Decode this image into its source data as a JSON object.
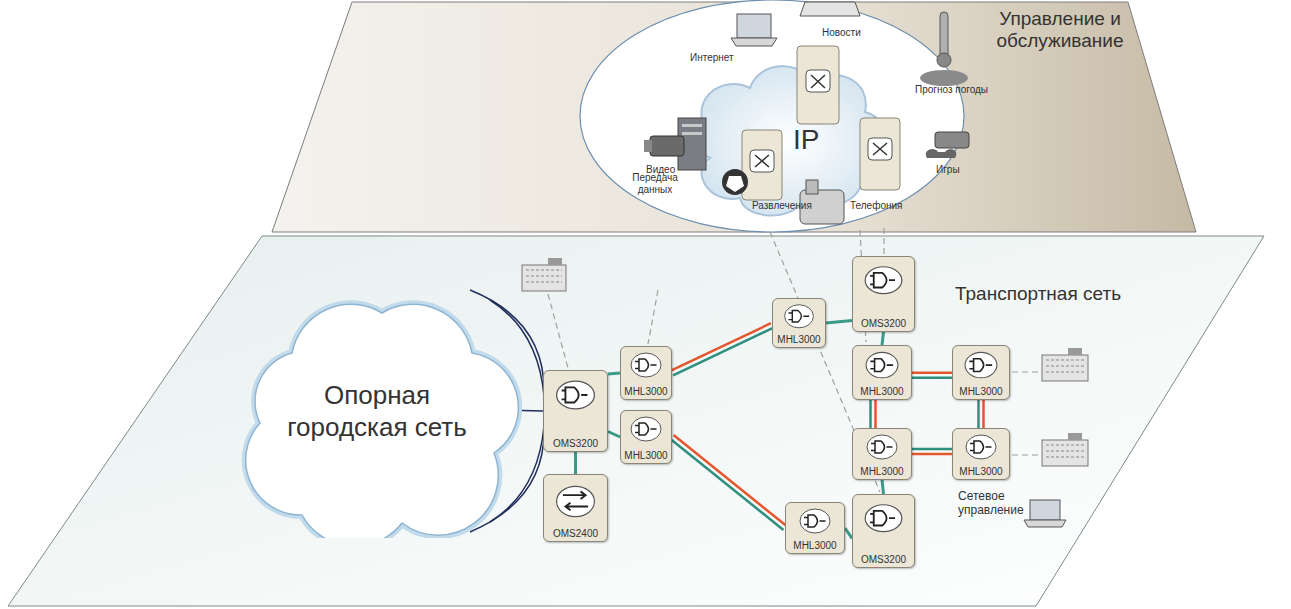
{
  "diagram": {
    "nodes": [
      {
        "text": [
          "Опорная городская сеть"
        ]
      },
      {
        "text": [
          "OMS3200"
        ]
      },
      {
        "text": [
          "OMS2400"
        ]
      },
      {
        "text": [
          "MHL3000"
        ]
      },
      {
        "text": [
          "MHL3000"
        ]
      },
      {
        "text": [
          "MHL3000"
        ]
      },
      {
        "text": [
          "OMS3200"
        ]
      },
      {
        "text": [
          "MHL3000"
        ]
      },
      {
        "text": [
          "MHL3000"
        ]
      },
      {
        "text": [
          "MHL3000"
        ]
      },
      {
        "text": [
          "MHL3000"
        ]
      },
      {
        "text": [
          "MHL3000"
        ]
      },
      {
        "text": [
          "OMS3200"
        ]
      }
    ],
    "edges": [
      {
        "from": 0,
        "to": 1,
        "arrow": "none"
      },
      {
        "from": 1,
        "to": 2,
        "arrow": "none"
      },
      {
        "from": 1,
        "to": 3,
        "arrow": "none"
      },
      {
        "from": 1,
        "to": 4,
        "arrow": "none"
      },
      {
        "from": 3,
        "to": 5,
        "arrow": "none"
      },
      {
        "from": 5,
        "to": 6,
        "arrow": "none"
      },
      {
        "from": 6,
        "to": 7,
        "arrow": "none"
      },
      {
        "from": 7,
        "to": 9,
        "arrow": "none"
      },
      {
        "from": 7,
        "to": 8,
        "arrow": "none"
      },
      {
        "from": 8,
        "to": 10,
        "arrow": "none"
      },
      {
        "from": 10,
        "to": 9,
        "arrow": "none"
      },
      {
        "from": 9,
        "to": 12,
        "arrow": "none"
      },
      {
        "from": 4,
        "to": 11,
        "arrow": "none"
      },
      {
        "from": 11,
        "to": 12,
        "arrow": "none"
      }
    ],
    "labels": [
      "Управление и обслуживание",
      "IP",
      "Интернет",
      "Новости",
      "Передача данных",
      "Прогноз погоды",
      "Видео",
      "Развлечения",
      "Телефония",
      "Игры",
      "Транспортная сеть",
      "Сетевое управление"
    ]
  }
}
